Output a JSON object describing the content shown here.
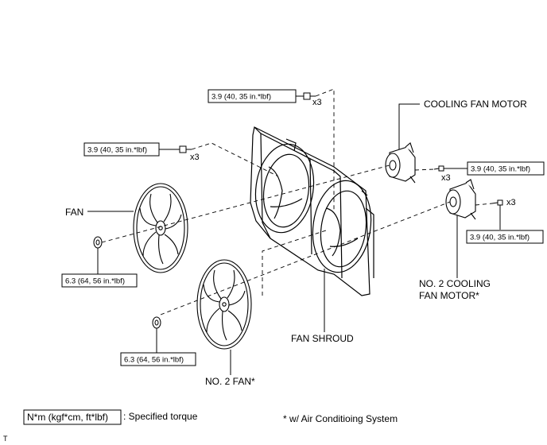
{
  "callouts": {
    "torque_top": "3.9 (40, 35 in.*lbf)",
    "torque_top_qty": "x3",
    "torque_left": "3.9 (40, 35 in.*lbf)",
    "torque_left_qty": "x3",
    "torque_right_upper": "3.9 (40, 35 in.*lbf)",
    "torque_right_upper_qty": "x3",
    "torque_right_lower": "3.9 (40, 35 in.*lbf)",
    "torque_right_lower_qty": "x3",
    "torque_fan_nut": "6.3 (64, 56 in.*lbf)",
    "torque_no2_fan_nut": "6.3 (64, 56 in.*lbf)"
  },
  "parts": {
    "cooling_fan_motor": "COOLING FAN MOTOR",
    "fan": "FAN",
    "no2_cooling_fan_motor_line1": "NO. 2 COOLING",
    "no2_cooling_fan_motor_line2": "FAN MOTOR*",
    "fan_shroud": "FAN SHROUD",
    "no2_fan": "NO. 2 FAN*"
  },
  "legend": {
    "unit_box": "N*m (kgf*cm, ft*lbf)",
    "unit_desc": ": Specified torque",
    "footnote": "* w/ Air Conditioing System"
  },
  "corner_mark": "T"
}
